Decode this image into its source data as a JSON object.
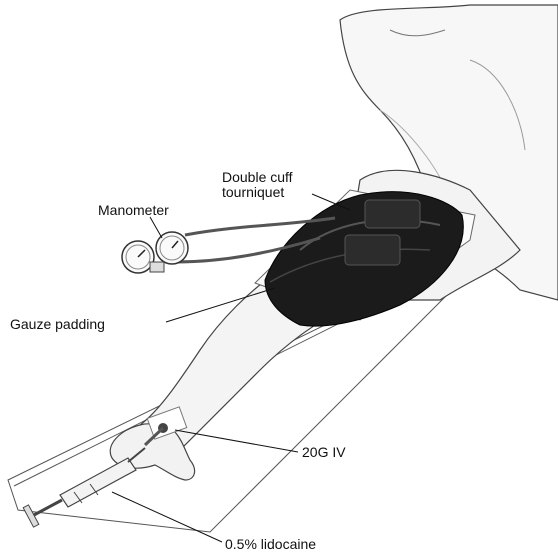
{
  "labels": {
    "cuff_line1": "Double cuff",
    "cuff_line2": "tourniquet",
    "manometer": "Manometer",
    "gauze": "Gauze padding",
    "iv": "20G IV",
    "lidocaine": "0.5% lidocaine"
  },
  "colors": {
    "line": "#333333",
    "skin": "#f6f6f6",
    "shade": "#d9d9d9",
    "cuff": "#1b1b1b"
  }
}
